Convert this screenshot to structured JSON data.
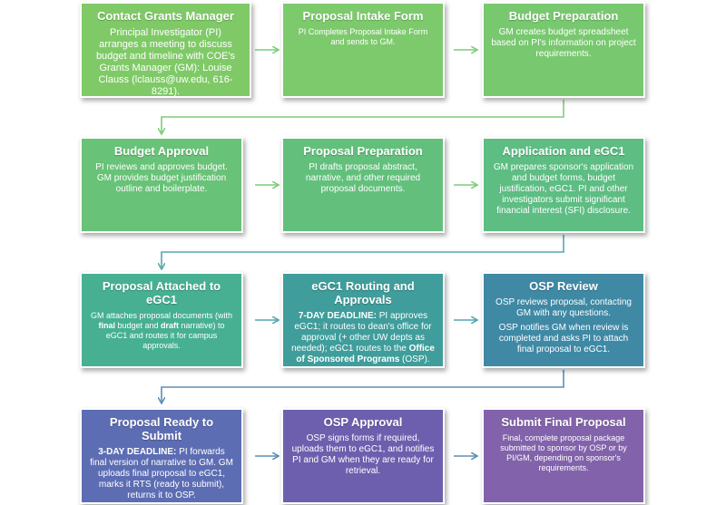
{
  "colors": {
    "row1": "#7ec96a",
    "row2": "#64c077",
    "row3_a": "#48b08f",
    "row3_b": "#3e9c9a",
    "row3_c": "#3f8aa4",
    "row4_a": "#5e6cb2",
    "row4_b": "#6f5fae",
    "row4_c": "#8263ab",
    "arrow": "#7fcc7b",
    "arrow_alt": "#5aa3b5"
  },
  "steps": {
    "contact": {
      "title": "Contact Grants Manager",
      "body": "Principal Investigator (PI) arranges a meeting to discuss budget and timeline with COE's Grants Manager (GM): Louise Clauss (lclauss@uw.edu, 616-8291)."
    },
    "intake": {
      "title": "Proposal Intake Form",
      "body": "PI Completes Proposal Intake Form and sends to GM."
    },
    "budget_prep": {
      "title": "Budget Preparation",
      "body": "GM creates budget spreadsheet based on PI's information on project requirements."
    },
    "budget_approval": {
      "title": "Budget Approval",
      "body": "PI reviews and approves budget. GM provides budget justification outline and boilerplate."
    },
    "proposal_prep": {
      "title": "Proposal Preparation",
      "body": "PI drafts proposal abstract, narrative,  and other required proposal documents."
    },
    "application": {
      "title": "Application and eGC1",
      "body": "GM prepares sponsor's application and budget forms, budget justification, eGC1.  PI and other investigators submit  significant financial interest (SFI) disclosure."
    },
    "attached": {
      "title": "Proposal Attached to eGC1",
      "body_1": "GM attaches proposal documents (with ",
      "body_bold_1": "final",
      "body_2": " budget and ",
      "body_bold_2": "draft",
      "body_3": " narrative) to eGC1 and routes it for campus approvals."
    },
    "routing": {
      "title": "eGC1 Routing and Approvals",
      "deadline": "7-DAY DEADLINE:",
      "body_1": " PI approves eGC1; it routes to dean's office for approval (+ other UW depts as needed); eGC1 routes to the ",
      "body_bold": "Office of Sponsored Programs",
      "body_2": " (OSP)."
    },
    "osp_review": {
      "title": "OSP Review",
      "body_1": "OSP reviews proposal, contacting GM with any questions.",
      "body_2": "OSP notifies GM when review is completed and asks PI to attach final proposal to eGC1."
    },
    "ready": {
      "title": "Proposal Ready to Submit",
      "deadline": "3-DAY DEADLINE:",
      "body": " PI forwards final version of narrative to GM. GM uploads final proposal to eGC1, marks it RTS (ready to submit), returns it to OSP."
    },
    "osp_approval": {
      "title": "OSP Approval",
      "body": "OSP signs forms if required, uploads them to eGC1, and notifies PI and GM when they are ready for retrieval."
    },
    "submit": {
      "title": "Submit Final Proposal",
      "body": "Final, complete proposal package submitted to sponsor by OSP or by PI/GM, depending on sponsor's requirements."
    }
  }
}
